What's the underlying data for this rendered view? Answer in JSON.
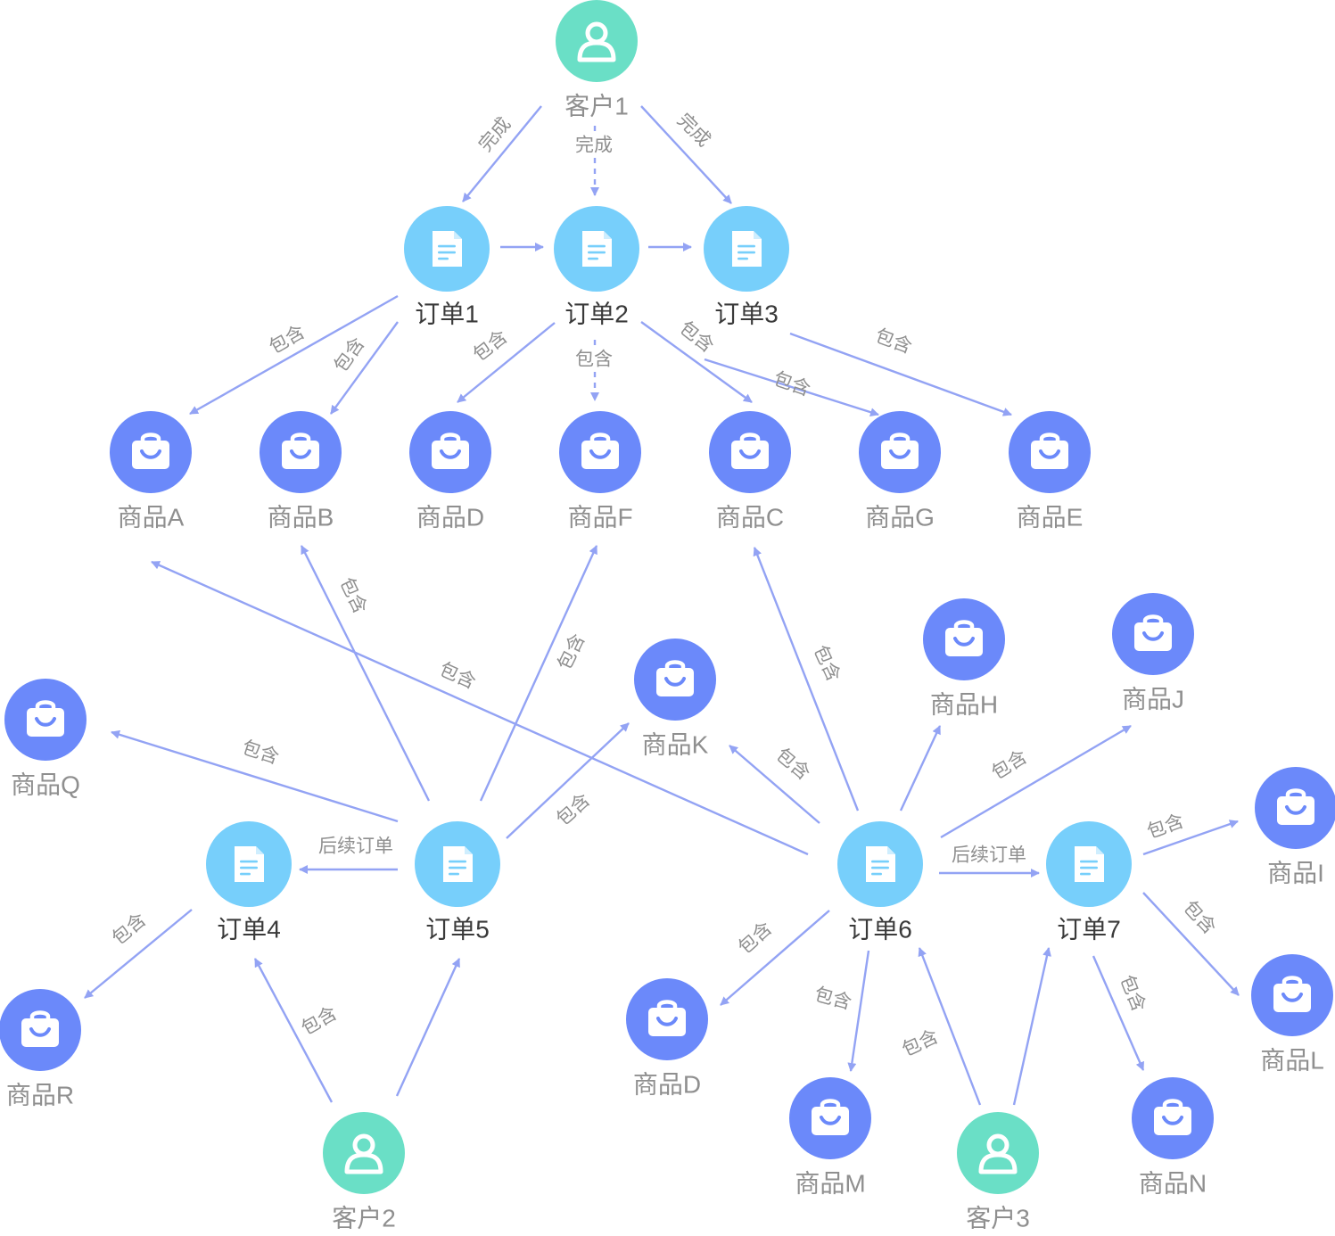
{
  "colors": {
    "customer": "#6adfc6",
    "order": "#77cffb",
    "product": "#6b89fa",
    "edge": "#93a3f4",
    "label_dark": "#3a3a3a",
    "label_gray": "#8f8f8f"
  },
  "nodes": [
    {
      "id": "c1",
      "type": "customer",
      "label": "客户1",
      "icon": "user-icon"
    },
    {
      "id": "c2",
      "type": "customer",
      "label": "客户2",
      "icon": "user-icon"
    },
    {
      "id": "c3",
      "type": "customer",
      "label": "客户3",
      "icon": "user-icon"
    },
    {
      "id": "o1",
      "type": "order",
      "label": "订单1",
      "icon": "document-icon"
    },
    {
      "id": "o2",
      "type": "order",
      "label": "订单2",
      "icon": "document-icon"
    },
    {
      "id": "o3",
      "type": "order",
      "label": "订单3",
      "icon": "document-icon"
    },
    {
      "id": "o4",
      "type": "order",
      "label": "订单4",
      "icon": "document-icon"
    },
    {
      "id": "o5",
      "type": "order",
      "label": "订单5",
      "icon": "document-icon"
    },
    {
      "id": "o6",
      "type": "order",
      "label": "订单6",
      "icon": "document-icon"
    },
    {
      "id": "o7",
      "type": "order",
      "label": "订单7",
      "icon": "document-icon"
    },
    {
      "id": "pA",
      "type": "product",
      "label": "商品A",
      "icon": "shopping-bag-icon"
    },
    {
      "id": "pB",
      "type": "product",
      "label": "商品B",
      "icon": "shopping-bag-icon"
    },
    {
      "id": "pD1",
      "type": "product",
      "label": "商品D",
      "icon": "shopping-bag-icon"
    },
    {
      "id": "pF",
      "type": "product",
      "label": "商品F",
      "icon": "shopping-bag-icon"
    },
    {
      "id": "pC",
      "type": "product",
      "label": "商品C",
      "icon": "shopping-bag-icon"
    },
    {
      "id": "pG",
      "type": "product",
      "label": "商品G",
      "icon": "shopping-bag-icon"
    },
    {
      "id": "pE",
      "type": "product",
      "label": "商品E",
      "icon": "shopping-bag-icon"
    },
    {
      "id": "pH",
      "type": "product",
      "label": "商品H",
      "icon": "shopping-bag-icon"
    },
    {
      "id": "pJ",
      "type": "product",
      "label": "商品J",
      "icon": "shopping-bag-icon"
    },
    {
      "id": "pK",
      "type": "product",
      "label": "商品K",
      "icon": "shopping-bag-icon"
    },
    {
      "id": "pQ",
      "type": "product",
      "label": "商品Q",
      "icon": "shopping-bag-icon"
    },
    {
      "id": "pR",
      "type": "product",
      "label": "商品R",
      "icon": "shopping-bag-icon"
    },
    {
      "id": "pI",
      "type": "product",
      "label": "商品I",
      "icon": "shopping-bag-icon"
    },
    {
      "id": "pL",
      "type": "product",
      "label": "商品L",
      "icon": "shopping-bag-icon"
    },
    {
      "id": "pD2",
      "type": "product",
      "label": "商品D",
      "icon": "shopping-bag-icon"
    },
    {
      "id": "pM",
      "type": "product",
      "label": "商品M",
      "icon": "shopping-bag-icon"
    },
    {
      "id": "pN",
      "type": "product",
      "label": "商品N",
      "icon": "shopping-bag-icon"
    }
  ],
  "edges": [
    {
      "from": "c1",
      "to": "o1",
      "label": "完成"
    },
    {
      "from": "c1",
      "to": "o2",
      "label": "完成",
      "dashed": true
    },
    {
      "from": "c1",
      "to": "o3",
      "label": "完成"
    },
    {
      "from": "o1",
      "to": "o2",
      "label": ""
    },
    {
      "from": "o2",
      "to": "o3",
      "label": ""
    },
    {
      "from": "o1",
      "to": "pA",
      "label": "包含"
    },
    {
      "from": "o1",
      "to": "pB",
      "label": "包含"
    },
    {
      "from": "o2",
      "to": "pD1",
      "label": "包含"
    },
    {
      "from": "o2",
      "to": "pF",
      "label": "包含",
      "dashed": true
    },
    {
      "from": "o2",
      "to": "pC",
      "label": "包含"
    },
    {
      "from": "o2",
      "to": "pG",
      "label": "包含"
    },
    {
      "from": "o3",
      "to": "pE",
      "label": "包含"
    },
    {
      "from": "o5",
      "to": "pB",
      "label": "包含"
    },
    {
      "from": "o5",
      "to": "pF",
      "label": "包含"
    },
    {
      "from": "o5",
      "to": "pQ",
      "label": "包含"
    },
    {
      "from": "o5",
      "to": "pK",
      "label": "包含"
    },
    {
      "from": "o5",
      "to": "o4",
      "label": "后续订单"
    },
    {
      "from": "o4",
      "to": "pR",
      "label": "包含"
    },
    {
      "from": "c2",
      "to": "o4",
      "label": "包含"
    },
    {
      "from": "c2",
      "to": "o5",
      "label": ""
    },
    {
      "from": "o6",
      "to": "pA",
      "label": "包含"
    },
    {
      "from": "o6",
      "to": "pC",
      "label": "包含"
    },
    {
      "from": "o6",
      "to": "pK",
      "label": "包含"
    },
    {
      "from": "o6",
      "to": "pH",
      "label": ""
    },
    {
      "from": "o6",
      "to": "pJ",
      "label": "包含"
    },
    {
      "from": "o6",
      "to": "o7",
      "label": "后续订单"
    },
    {
      "from": "o6",
      "to": "pD2",
      "label": "包含"
    },
    {
      "from": "o6",
      "to": "pM",
      "label": "包含"
    },
    {
      "from": "c3",
      "to": "o6",
      "label": "包含"
    },
    {
      "from": "c3",
      "to": "o7",
      "label": ""
    },
    {
      "from": "o7",
      "to": "pI",
      "label": "包含"
    },
    {
      "from": "o7",
      "to": "pL",
      "label": "包含"
    },
    {
      "from": "o7",
      "to": "pN",
      "label": "包含"
    }
  ]
}
